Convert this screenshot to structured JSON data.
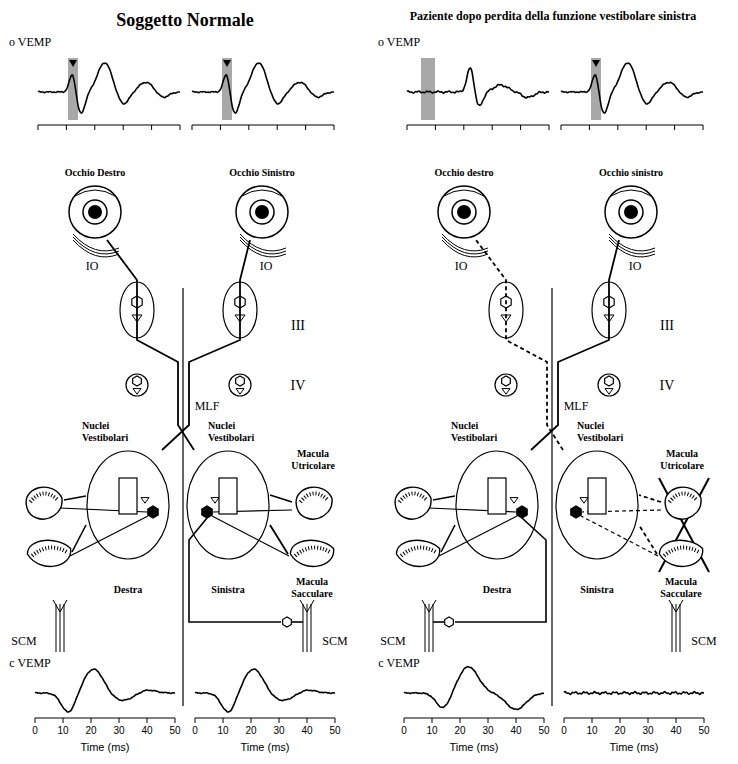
{
  "diagram": {
    "nodes": [
      {
        "text": [
          "Occhio Destro"
        ]
      },
      {
        "text": [
          "Occhio Sinistro"
        ]
      },
      {
        "text": [
          "Nuclei Vestibolari",
          "Destra"
        ]
      },
      {
        "text": [
          "Nuclei Vestibolari",
          "Sinistra"
        ]
      },
      {
        "text": [
          "Macula Utricolare"
        ]
      },
      {
        "text": [
          "Macula Sacculare"
        ]
      },
      {
        "text": [
          "Occhio destro"
        ]
      },
      {
        "text": [
          "Occhio sinistro"
        ]
      },
      {
        "text": [
          "Nuclei Vestibolari",
          "Destra"
        ]
      },
      {
        "text": [
          "Nuclei Vestibolari",
          "Sinistra"
        ]
      },
      {
        "text": [
          "Macula Utricolare"
        ]
      },
      {
        "text": [
          "Macula Sacculare"
        ]
      }
    ],
    "edges": [
      {
        "from": 4,
        "to": 3,
        "arrow": "none"
      },
      {
        "from": 5,
        "to": 3,
        "arrow": "none"
      },
      {
        "from": 3,
        "to": 0,
        "arrow": "none"
      },
      {
        "from": 2,
        "to": 1,
        "arrow": "none"
      },
      {
        "from": 10,
        "to": 9,
        "arrow": "none"
      },
      {
        "from": 11,
        "to": 9,
        "arrow": "none"
      },
      {
        "from": 9,
        "to": 6,
        "arrow": "none"
      },
      {
        "from": 8,
        "to": 7,
        "arrow": "none"
      }
    ],
    "labels": [
      "Soggetto Normale",
      "o VEMP",
      "IO",
      "IO",
      "III",
      "IV",
      "MLF",
      "SCM",
      "SCM",
      "c VEMP",
      "0",
      "10",
      "20",
      "30",
      "40",
      "50",
      "0",
      "10",
      "20",
      "30",
      "40",
      "50",
      "Time (ms)",
      "Time (ms)",
      "Paziente dopo perdita della funzione vestibolare sinistra",
      "o VEMP",
      "IO",
      "IO",
      "III",
      "IV",
      "MLF",
      "SCM",
      "SCM",
      "c VEMP",
      "0",
      "10",
      "20",
      "30",
      "40",
      "50",
      "0",
      "10",
      "20",
      "30",
      "40",
      "50",
      "Time (ms)",
      "Time (ms)"
    ]
  }
}
